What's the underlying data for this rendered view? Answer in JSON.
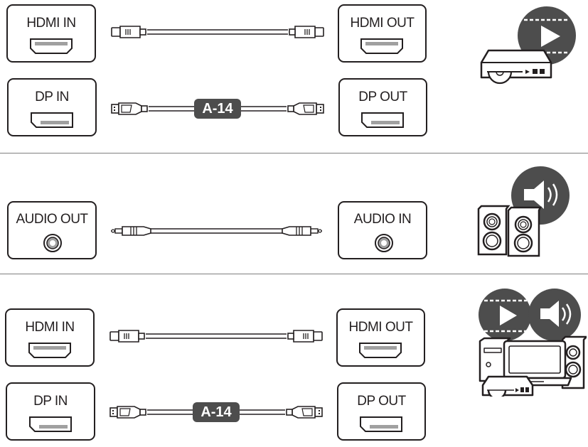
{
  "sections": [
    {
      "name": "video",
      "rows": [
        {
          "left": "HDMI IN",
          "right": "HDMI OUT",
          "cable": "hdmi",
          "badge": ""
        },
        {
          "left": "DP IN",
          "right": "DP OUT",
          "cable": "displayport",
          "badge": "A-14"
        }
      ],
      "device_icon": "media-player-icon"
    },
    {
      "name": "audio",
      "rows": [
        {
          "left": "AUDIO OUT",
          "right": "AUDIO IN",
          "cable": "audio-3.5mm",
          "badge": ""
        }
      ],
      "device_icon": "speakers-icon"
    },
    {
      "name": "av",
      "rows": [
        {
          "left": "HDMI IN",
          "right": "HDMI OUT",
          "cable": "hdmi",
          "badge": ""
        },
        {
          "left": "DP IN",
          "right": "DP OUT",
          "cable": "displayport",
          "badge": "A-14"
        }
      ],
      "device_icon": "pc-av-system-icon"
    }
  ],
  "colors": {
    "line": "#231f20",
    "badge": "#4d4d4d",
    "icon_fill": "#4d4d4d",
    "port_slot": "#a0a0a0",
    "separator": "#7f7f7f"
  }
}
